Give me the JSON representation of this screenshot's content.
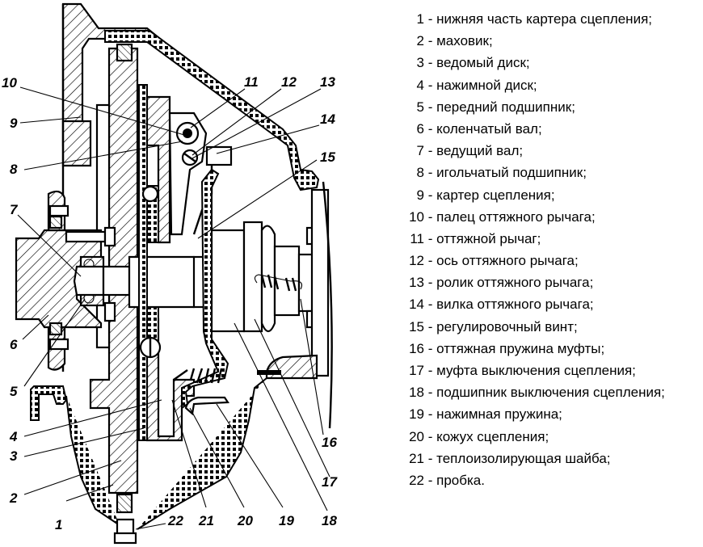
{
  "diagram": {
    "subject": "Clutch assembly cross-section",
    "callouts": [
      {
        "id": "1",
        "label": "1"
      },
      {
        "id": "2",
        "label": "2"
      },
      {
        "id": "3",
        "label": "3"
      },
      {
        "id": "4",
        "label": "4"
      },
      {
        "id": "5",
        "label": "5"
      },
      {
        "id": "6",
        "label": "6"
      },
      {
        "id": "7",
        "label": "7"
      },
      {
        "id": "8",
        "label": "8"
      },
      {
        "id": "9",
        "label": "9"
      },
      {
        "id": "10",
        "label": "10"
      },
      {
        "id": "11",
        "label": "11"
      },
      {
        "id": "12",
        "label": "12"
      },
      {
        "id": "13",
        "label": "13"
      },
      {
        "id": "14",
        "label": "14"
      },
      {
        "id": "15",
        "label": "15"
      },
      {
        "id": "16",
        "label": "16"
      },
      {
        "id": "17",
        "label": "17"
      },
      {
        "id": "18",
        "label": "18"
      },
      {
        "id": "19",
        "label": "19"
      },
      {
        "id": "20",
        "label": "20"
      },
      {
        "id": "21",
        "label": "21"
      },
      {
        "id": "22",
        "label": "22"
      }
    ]
  },
  "legend": {
    "items": [
      {
        "num": "1",
        "text": "- нижняя часть картера сцепления;"
      },
      {
        "num": "2",
        "text": "- маховик;"
      },
      {
        "num": "3",
        "text": "- ведомый диск;"
      },
      {
        "num": "4",
        "text": "- нажимной диск;"
      },
      {
        "num": "5",
        "text": "- передний подшипник;"
      },
      {
        "num": "6",
        "text": "- коленчатый вал;"
      },
      {
        "num": "7",
        "text": "- ведущий вал;"
      },
      {
        "num": "8",
        "text": "- игольчатый подшипник;"
      },
      {
        "num": "9",
        "text": "- картер сцепления;"
      },
      {
        "num": "10",
        "text": "- палец оттяжного рычага;"
      },
      {
        "num": "11",
        "text": "- оттяжной рычаг;"
      },
      {
        "num": "12",
        "text": "- ось оттяжного рычага;"
      },
      {
        "num": "13",
        "text": "- ролик оттяжного рычага;"
      },
      {
        "num": "14",
        "text": "- вилка оттяжного рычага;"
      },
      {
        "num": "15",
        "text": "- регулировочный винт;"
      },
      {
        "num": "16",
        "text": "- оттяжная пружина муфты;"
      },
      {
        "num": "17",
        "text": "- муфта выключения сцепления;"
      },
      {
        "num": "18",
        "text": "- подшипник выключения сцепления;"
      },
      {
        "num": "19",
        "text": "- нажимная пружина;"
      },
      {
        "num": "20",
        "text": "- кожух сцепления;"
      },
      {
        "num": "21",
        "text": "- теплоизолирующая шайба;"
      },
      {
        "num": "22",
        "text": "- пробка."
      }
    ]
  }
}
